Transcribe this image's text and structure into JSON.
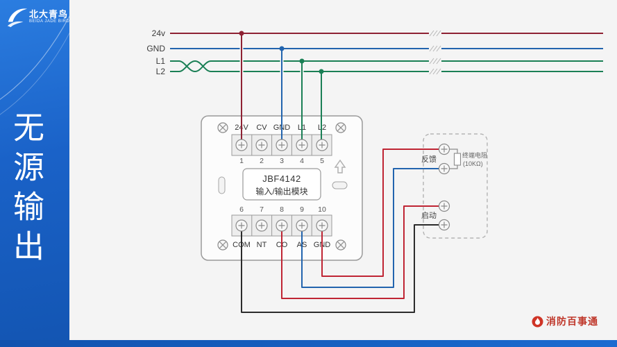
{
  "banner": {
    "brand_cn": "北大青鸟",
    "brand_en": "BEIDA JADE BIRD",
    "vertical_title": "无源输出"
  },
  "bus_lines": [
    {
      "label": "24v",
      "color": "#8e2133"
    },
    {
      "label": "GND",
      "color": "#2264ae"
    },
    {
      "label": "L1",
      "color": "#1a7f55"
    },
    {
      "label": "L2",
      "color": "#1a7f55"
    }
  ],
  "module": {
    "model": "JBF4142",
    "name": "输入/输出模块",
    "top_terminals": [
      {
        "num": "1",
        "label": "24V"
      },
      {
        "num": "2",
        "label": "CV"
      },
      {
        "num": "3",
        "label": "GND"
      },
      {
        "num": "4",
        "label": "L1"
      },
      {
        "num": "5",
        "label": "L2"
      }
    ],
    "bottom_terminals": [
      {
        "num": "6",
        "label": "COM"
      },
      {
        "num": "7",
        "label": "NT"
      },
      {
        "num": "8",
        "label": "CO"
      },
      {
        "num": "9",
        "label": "AS"
      },
      {
        "num": "10",
        "label": "GND"
      }
    ]
  },
  "field_device": {
    "feedback_label": "反馈",
    "start_label": "启动",
    "resistor_name": "终端电阻",
    "resistor_value": "(10KΩ)"
  },
  "footer": {
    "brand": "消防百事通"
  },
  "colors": {
    "power": "#8e2133",
    "gnd": "#2264ae",
    "loop": "#1a7f55",
    "red_wire": "#bf2433",
    "blue_wire": "#2264ae",
    "black_wire": "#2b2b2b",
    "banner_blue": "#1a62c8",
    "brand_red": "#bf372a"
  }
}
